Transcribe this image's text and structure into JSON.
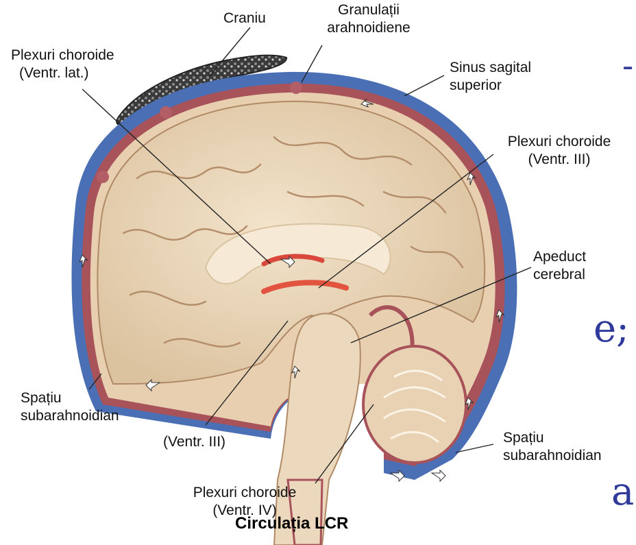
{
  "labels": {
    "craniu": "Craniu",
    "granulatii_1": "Granulații",
    "granulatii_2": "arahnoidiene",
    "plexuri_lat_1": "Plexuri choroide",
    "plexuri_lat_2": "(Ventr. lat.)",
    "sinus_1": "Sinus sagital",
    "sinus_2": "superior",
    "plexuri_iii_1": "Plexuri choroide",
    "plexuri_iii_2": "(Ventr. III)",
    "apeduct_1": "Apeduct",
    "apeduct_2": "cerebral",
    "spatiu_left_1": "Spațiu",
    "spatiu_left_2": "subarahnoidian",
    "ventr_iii": "(Ventr. III)",
    "spatiu_right_1": "Spațiu",
    "spatiu_right_2": "subarahnoidian",
    "plexuri_iv_1": "Plexuri choroide",
    "plexuri_iv_2": "(Ventr. IV)"
  },
  "caption": "Circulația LCR",
  "background_text": {
    "frag_top": "-",
    "frag_mid": "e;",
    "frag_bottom": "a"
  },
  "colors": {
    "sinus_blue": "#4a6fb5",
    "membrane_red": "#a8525a",
    "brain_tissue": "#ead6b8",
    "white_matter": "#f6ead6",
    "slide_text": "#2f3a9a"
  }
}
